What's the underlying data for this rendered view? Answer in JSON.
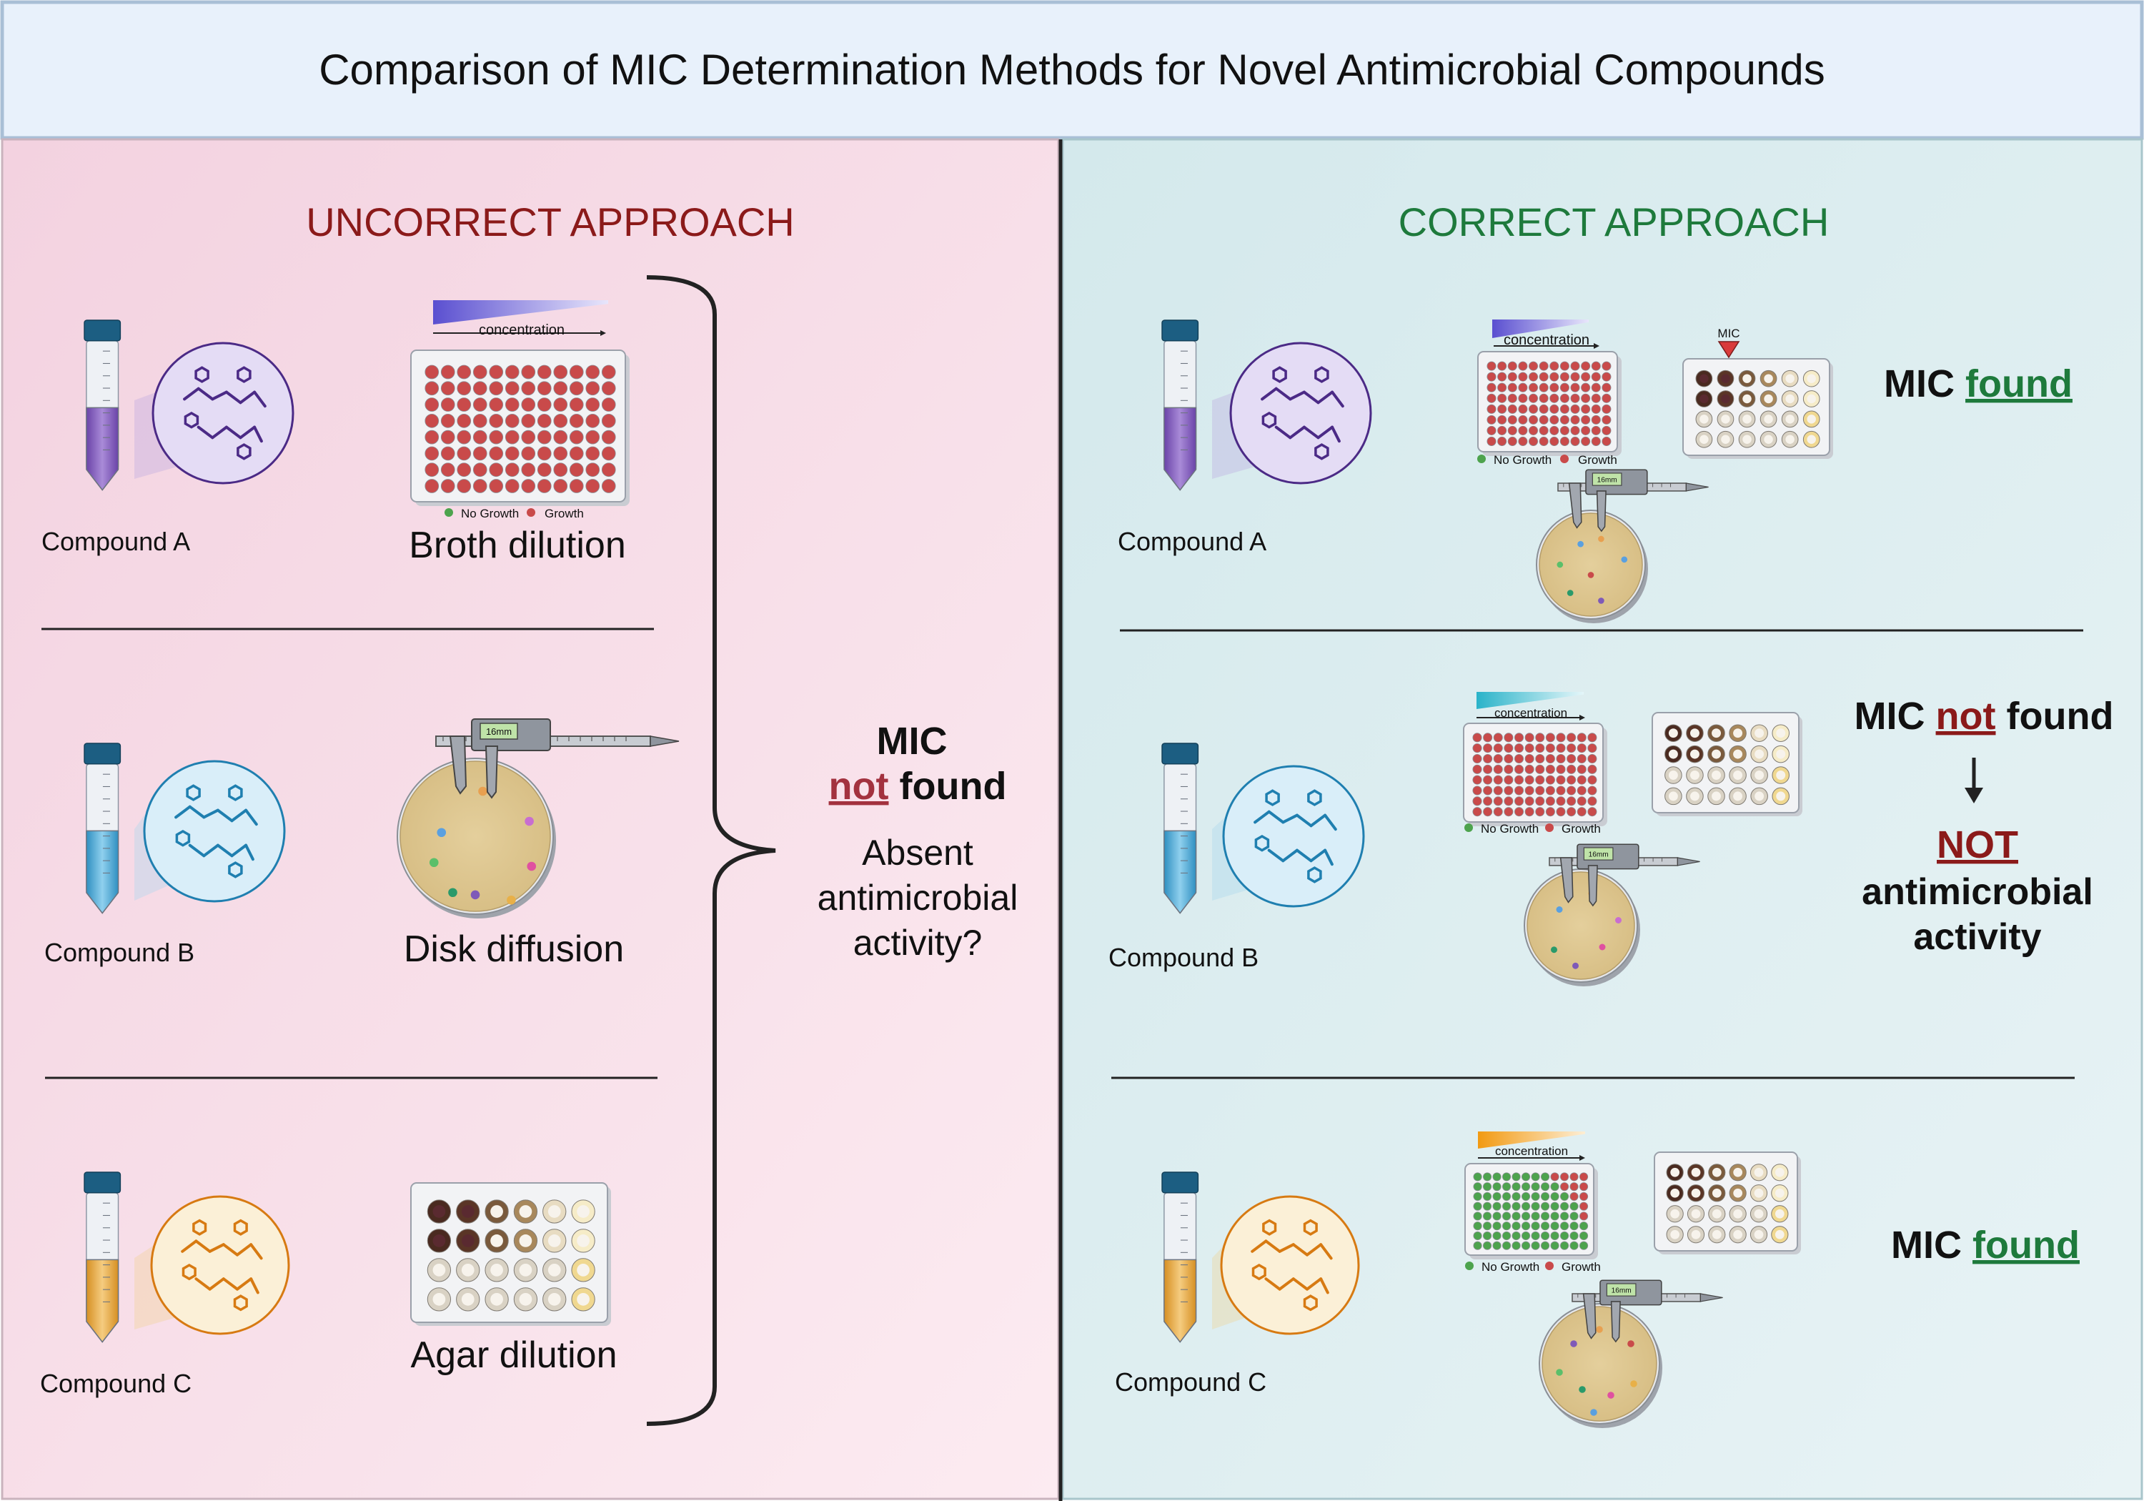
{
  "title": "Comparison of MIC Determination Methods for Novel Antimicrobial Compounds",
  "colors": {
    "header_bg": "#e8f1fb",
    "header_border": "#a9bfd6",
    "left_panel_bg": "#f7dbe6",
    "right_panel_bg": "#d8ecef",
    "incorrect_red": "#8b1a1a",
    "correct_green": "#1e7a3c",
    "compound_a": "#7c56b8",
    "compound_b": "#4aa8d4",
    "compound_c": "#e5a43a",
    "growth_dot": "#c94a4a",
    "no_growth_dot": "#4da34d"
  },
  "left": {
    "heading": "UNCORRECT APPROACH",
    "compounds": [
      "Compound A",
      "Compound B",
      "Compound C"
    ],
    "methods": [
      "Broth dilution",
      "Disk diffusion",
      "Agar dilution"
    ],
    "concentration_label": "concentration",
    "legend_no_growth": "No Growth",
    "legend_growth": "Growth",
    "caliper_reading": "16mm",
    "result_mic": "MIC",
    "result_not": "not",
    "result_found": "found",
    "question_lines": [
      "Absent",
      "antimicrobial",
      "activity?"
    ]
  },
  "right": {
    "heading": "CORRECT APPROACH",
    "compounds": [
      "Compound A",
      "Compound B",
      "Compound C"
    ],
    "concentration_label": "concentration",
    "legend_no_growth": "No Growth",
    "legend_growth": "Growth",
    "mic_marker": "MIC",
    "caliper_reading": "16mm",
    "row_a": {
      "mic": "MIC",
      "status": "found"
    },
    "row_b": {
      "mic": "MIC",
      "not": "not",
      "found": "found",
      "conclusion_not": "NOT",
      "conclusion_lines": [
        "antimicrobial",
        "activity"
      ]
    },
    "row_c": {
      "mic": "MIC",
      "status": "found"
    }
  }
}
